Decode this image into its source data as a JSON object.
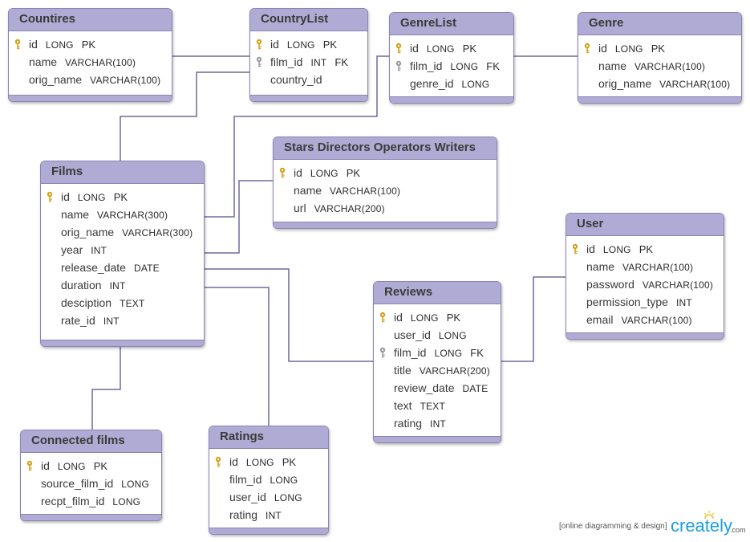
{
  "entities": [
    {
      "id": "countires",
      "name": "Countires",
      "fields": [
        {
          "name": "id",
          "type": "LONG",
          "key": "PK",
          "icon": "pk"
        },
        {
          "name": "name",
          "type": "VARCHAR(100)",
          "key": "",
          "icon": ""
        },
        {
          "name": "orig_name",
          "type": "VARCHAR(100)",
          "key": "",
          "icon": ""
        }
      ]
    },
    {
      "id": "countrylist",
      "name": "CountryList",
      "fields": [
        {
          "name": "id",
          "type": "LONG",
          "key": "PK",
          "icon": "pk"
        },
        {
          "name": "film_id",
          "type": "INT",
          "key": "FK",
          "icon": "fk"
        },
        {
          "name": "country_id",
          "type": "",
          "key": "",
          "icon": ""
        }
      ]
    },
    {
      "id": "genrelist",
      "name": "GenreList",
      "fields": [
        {
          "name": "id",
          "type": "LONG",
          "key": "PK",
          "icon": "pk"
        },
        {
          "name": "film_id",
          "type": "LONG",
          "key": "FK",
          "icon": "fk"
        },
        {
          "name": "genre_id",
          "type": "LONG",
          "key": "",
          "icon": ""
        }
      ]
    },
    {
      "id": "genre",
      "name": "Genre",
      "fields": [
        {
          "name": "id",
          "type": "LONG",
          "key": "PK",
          "icon": "pk"
        },
        {
          "name": "name",
          "type": "VARCHAR(100)",
          "key": "",
          "icon": ""
        },
        {
          "name": "orig_name",
          "type": "VARCHAR(100)",
          "key": "",
          "icon": ""
        }
      ]
    },
    {
      "id": "films",
      "name": "Films",
      "fields": [
        {
          "name": "id",
          "type": "LONG",
          "key": "PK",
          "icon": "pk"
        },
        {
          "name": "name",
          "type": "VARCHAR(300)",
          "key": "",
          "icon": ""
        },
        {
          "name": "orig_name",
          "type": "VARCHAR(300)",
          "key": "",
          "icon": ""
        },
        {
          "name": "year",
          "type": "INT",
          "key": "",
          "icon": ""
        },
        {
          "name": "release_date",
          "type": "DATE",
          "key": "",
          "icon": ""
        },
        {
          "name": "duration",
          "type": "INT",
          "key": "",
          "icon": ""
        },
        {
          "name": "desciption",
          "type": "TEXT",
          "key": "",
          "icon": ""
        },
        {
          "name": "rate_id",
          "type": "INT",
          "key": "",
          "icon": ""
        }
      ]
    },
    {
      "id": "stars",
      "name": "Stars Directors Operators Writers",
      "fields": [
        {
          "name": "id",
          "type": "LONG",
          "key": "PK",
          "icon": "pk"
        },
        {
          "name": "name",
          "type": "VARCHAR(100)",
          "key": "",
          "icon": ""
        },
        {
          "name": "url",
          "type": "VARCHAR(200)",
          "key": "",
          "icon": ""
        }
      ]
    },
    {
      "id": "user",
      "name": "User",
      "fields": [
        {
          "name": "id",
          "type": "LONG",
          "key": "PK",
          "icon": "pk"
        },
        {
          "name": "name",
          "type": "VARCHAR(100)",
          "key": "",
          "icon": ""
        },
        {
          "name": "password",
          "type": "VARCHAR(100)",
          "key": "",
          "icon": ""
        },
        {
          "name": "permission_type",
          "type": "INT",
          "key": "",
          "icon": ""
        },
        {
          "name": "email",
          "type": "VARCHAR(100)",
          "key": "",
          "icon": ""
        }
      ]
    },
    {
      "id": "reviews",
      "name": "Reviews",
      "fields": [
        {
          "name": "id",
          "type": "LONG",
          "key": "PK",
          "icon": "pk"
        },
        {
          "name": "user_id",
          "type": "LONG",
          "key": "",
          "icon": ""
        },
        {
          "name": "film_id",
          "type": "LONG",
          "key": "FK",
          "icon": "fk"
        },
        {
          "name": "title",
          "type": "VARCHAR(200)",
          "key": "",
          "icon": ""
        },
        {
          "name": "review_date",
          "type": "DATE",
          "key": "",
          "icon": ""
        },
        {
          "name": "text",
          "type": "TEXT",
          "key": "",
          "icon": ""
        },
        {
          "name": "rating",
          "type": "INT",
          "key": "",
          "icon": ""
        }
      ]
    },
    {
      "id": "connected",
      "name": "Connected films",
      "fields": [
        {
          "name": "id",
          "type": "LONG",
          "key": "PK",
          "icon": "pk"
        },
        {
          "name": "source_film_id",
          "type": "LONG",
          "key": "",
          "icon": ""
        },
        {
          "name": "recpt_film_id",
          "type": "LONG",
          "key": "",
          "icon": ""
        }
      ]
    },
    {
      "id": "ratings",
      "name": "Ratings",
      "fields": [
        {
          "name": "id",
          "type": "LONG",
          "key": "PK",
          "icon": "pk"
        },
        {
          "name": "film_id",
          "type": "LONG",
          "key": "",
          "icon": ""
        },
        {
          "name": "user_id",
          "type": "LONG",
          "key": "",
          "icon": ""
        },
        {
          "name": "rating",
          "type": "INT",
          "key": "",
          "icon": ""
        }
      ]
    }
  ],
  "colors": {
    "header": "#b0abd4",
    "border": "#8a84b4",
    "line": "#6f6a9e",
    "pk_icon": "#d4a21a",
    "fk_icon": "#9a9a9a",
    "brand": "#1aa0dc"
  },
  "footer": {
    "tagline": "[online diagramming & design]",
    "brand": "creately",
    "brand_suffix": ".com"
  }
}
